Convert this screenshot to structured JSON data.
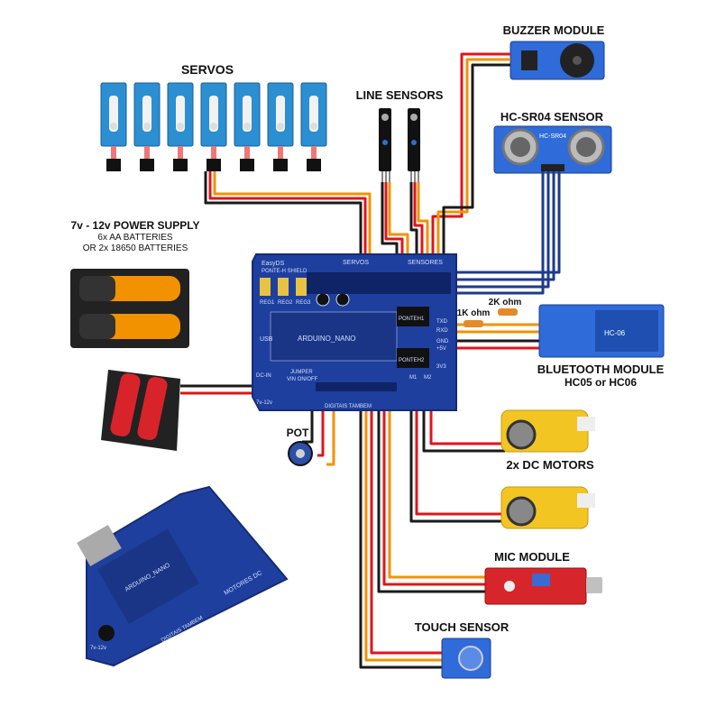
{
  "titles": {
    "servos": "SERVOS",
    "line_sensors": "LINE SENSORS",
    "buzzer": "BUZZER MODULE",
    "hcsr04": "HC-SR04 SENSOR",
    "power": "7v - 12v POWER SUPPLY",
    "power_sub1": "6x AA BATTERIES",
    "power_sub2": "OR 2x 18650 BATTERIES",
    "bluetooth": "BLUETOOTH MODULE",
    "bluetooth_sub": "HC05 or HC06",
    "pot": "POT",
    "dc_motors": "2x DC MOTORS",
    "mic": "MIC MODULE",
    "touch": "TOUCH SENSOR",
    "r1": "1K ohm",
    "r2": "2K ohm"
  },
  "board": {
    "name": "EasyDS",
    "shield": "PONTE-H SHIELD",
    "servos_hdr": "SERVOS",
    "sensors_hdr": "SENSORES",
    "arduino": "ARDUINO_NANO",
    "ponte1": "PONTEH1",
    "ponte2": "PONTEH2",
    "usb": "USB",
    "dcin": "DC-IN",
    "dcin_v": "7v-12v",
    "jumper": "JUMPER",
    "vin": "VIN ON/OFF",
    "digitais": "DIGITAIS TAMBEM",
    "motores": "MOTORES DC",
    "reg1": "REG1",
    "reg2": "REG2",
    "reg3": "REG3",
    "txd": "TXD",
    "rxd": "RXD",
    "gnd": "GND",
    "v5": "+5V",
    "v33": "3V3",
    "m1": "M1",
    "m2": "M2"
  },
  "modules": {
    "hcsr04_chip": "HC-SR04",
    "bt_chip": "HC-06"
  },
  "colors": {
    "pcb": "#1f3f9e",
    "pcb_edge": "#152c74",
    "wire_red": "#e0141b",
    "wire_orange": "#f39200",
    "wire_black": "#1a1a1a",
    "wire_blue": "#1e3a8a",
    "servo": "#2b8fd1",
    "mic": "#d6262c"
  },
  "servo_count": 7
}
